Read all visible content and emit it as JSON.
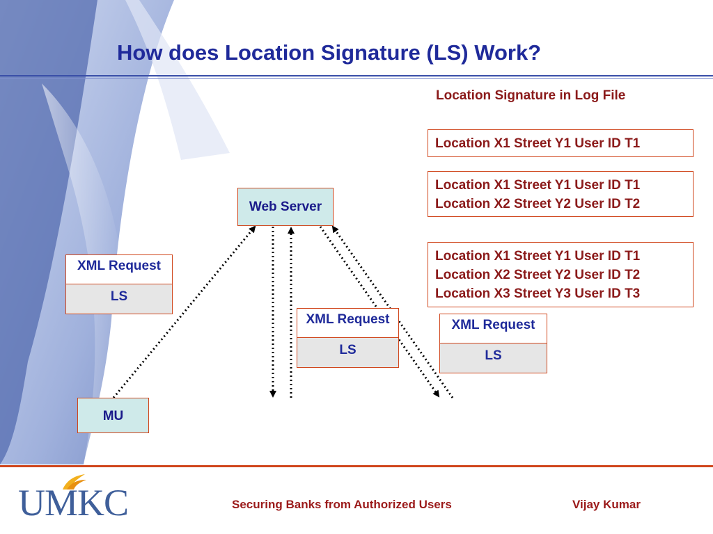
{
  "slide": {
    "title": "How does Location Signature (LS) Work?"
  },
  "log": {
    "heading": "Location Signature in Log File",
    "box1": [
      "Location X1 Street Y1 User ID T1"
    ],
    "box2": [
      "Location X1 Street Y1 User ID T1",
      "Location X2 Street Y2 User ID T2"
    ],
    "box3": [
      "Location X1 Street Y1 User ID T1",
      "Location X2 Street Y2 User ID T2",
      "Location X3 Street Y3 User ID T3"
    ]
  },
  "nodes": {
    "web_server": "Web Server",
    "mu": "MU"
  },
  "requests": {
    "left": {
      "top": "XML Request",
      "bottom": "LS"
    },
    "middle": {
      "top": "XML Request",
      "bottom": "LS"
    },
    "right": {
      "top": "XML Request",
      "bottom": "LS"
    }
  },
  "footer": {
    "logo": "UMKC",
    "center": "Securing Banks from Authorized Users",
    "right": "Vijay Kumar"
  },
  "colors": {
    "title": "#1f2a9a",
    "log_text": "#8b1a1a",
    "box_border": "#d0461c",
    "node_fill": "#cfeaea",
    "divider": "#d0461c"
  }
}
